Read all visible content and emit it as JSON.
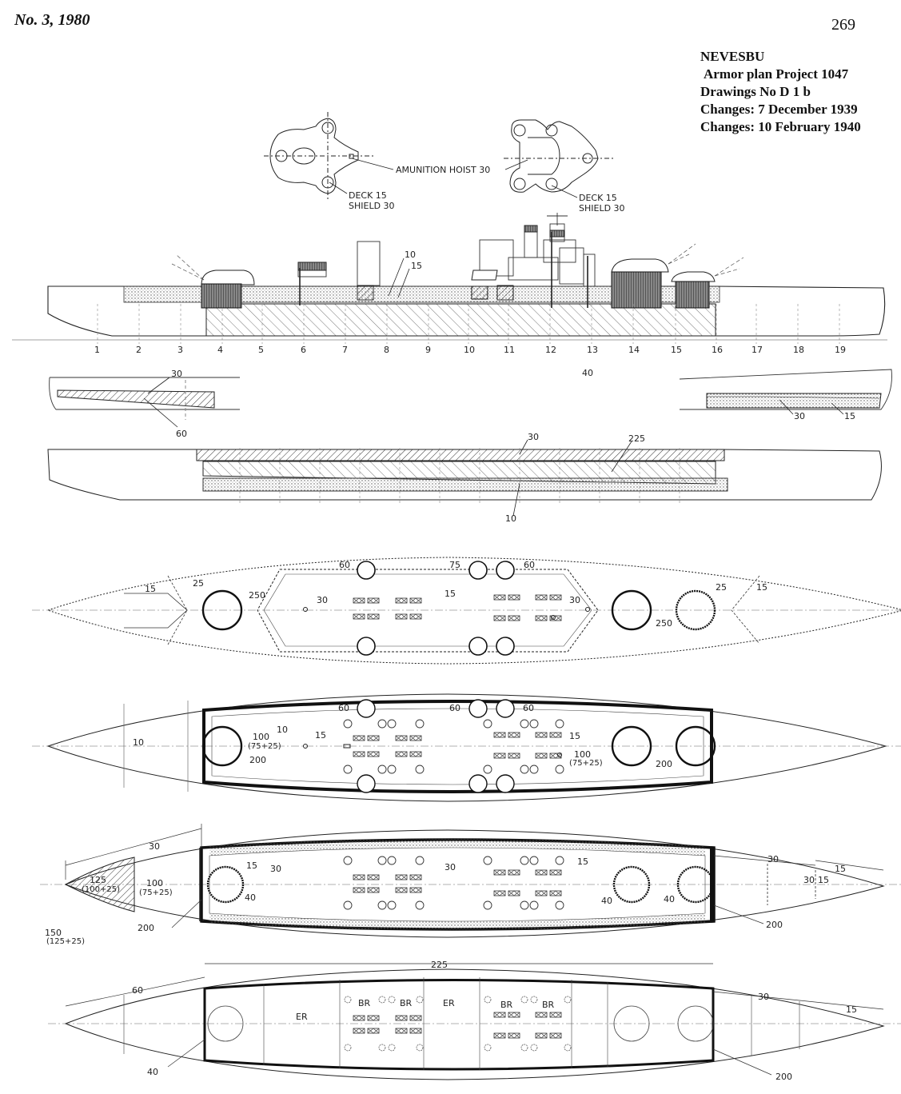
{
  "header": {
    "issue": "No. 3, 1980",
    "page_number": "269"
  },
  "title_block": {
    "line1": "NEVESBU",
    "line2": "Armor plan Project 1047",
    "line3": "Drawings No D 1 b",
    "line4": "Changes: 7 December 1939",
    "line5": "Changes: 10 February 1940"
  },
  "turret_detail": {
    "hoist_label": "AMUNITION HOIST 30",
    "left_deck": "DECK 15",
    "left_shield": "SHIELD 30",
    "right_deck": "DECK 15",
    "right_shield": "SHIELD 30"
  },
  "profile": {
    "label_10": "10",
    "label_15": "15",
    "frames": [
      "1",
      "2",
      "3",
      "4",
      "5",
      "6",
      "7",
      "8",
      "9",
      "10",
      "11",
      "12",
      "13",
      "14",
      "15",
      "16",
      "17",
      "18",
      "19"
    ]
  },
  "bow_detail": {
    "label_30": "30",
    "label_60": "60"
  },
  "stern_detail": {
    "label_40": "40",
    "label_30": "30",
    "label_15": "15"
  },
  "belt_section": {
    "label_30": "30",
    "label_225": "225",
    "label_10": "10"
  },
  "upper_deck": {
    "labels": [
      "15",
      "25",
      "250",
      "60",
      "75",
      "60",
      "30",
      "15",
      "30",
      "250",
      "25",
      "15"
    ]
  },
  "main_deck": {
    "labels": [
      "10",
      "100",
      "(75+25)",
      "15",
      "200",
      "60",
      "60",
      "60",
      "10",
      "15",
      "100",
      "(75+25)",
      "200"
    ]
  },
  "lower_deck": {
    "labels": [
      "30",
      "125",
      "(100+25)",
      "100",
      "(75+25)",
      "15",
      "30",
      "30",
      "40",
      "150",
      "(125+25)",
      "200",
      "15",
      "40",
      "40",
      "30",
      "15",
      "30",
      "15",
      "200"
    ]
  },
  "hold": {
    "labels": [
      "225",
      "60",
      "ER",
      "BR",
      "BR",
      "ER",
      "BR",
      "BR",
      "30",
      "15",
      "40",
      "200"
    ]
  }
}
